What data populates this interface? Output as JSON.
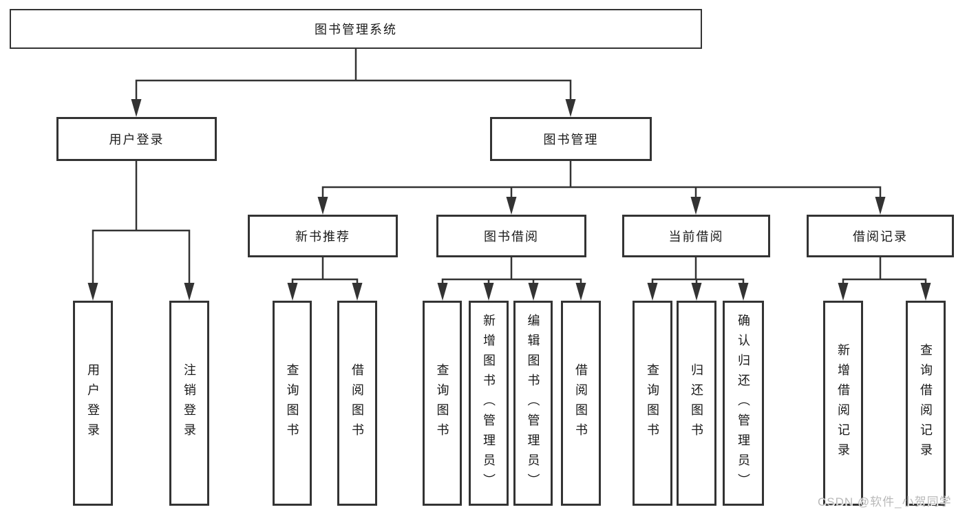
{
  "tree": {
    "label": "图书管理系统",
    "children": [
      {
        "label": "用户登录",
        "children": [
          {
            "label": "用户登录"
          },
          {
            "label": "注销登录"
          }
        ]
      },
      {
        "label": "图书管理",
        "children": [
          {
            "label": "新书推荐",
            "children": [
              {
                "label": "查询图书"
              },
              {
                "label": "借阅图书"
              }
            ]
          },
          {
            "label": "图书借阅",
            "children": [
              {
                "label": "查询图书"
              },
              {
                "label": "新增图书（管理员）"
              },
              {
                "label": "编辑图书（管理员）"
              },
              {
                "label": "借阅图书"
              }
            ]
          },
          {
            "label": "当前借阅",
            "children": [
              {
                "label": "查询图书"
              },
              {
                "label": "归还图书"
              },
              {
                "label": "确认归还（管理员）"
              }
            ]
          },
          {
            "label": "借阅记录",
            "children": [
              {
                "label": "新增借阅记录"
              },
              {
                "label": "查询借阅记录"
              }
            ]
          }
        ]
      }
    ]
  },
  "watermark": {
    "text": "CSDN @软件_小贺同学"
  },
  "colors": {
    "line": "#333333",
    "box_border": "#333333",
    "text": "#1a1a1a",
    "background": "#ffffff",
    "watermark": "#b9b9b9"
  }
}
